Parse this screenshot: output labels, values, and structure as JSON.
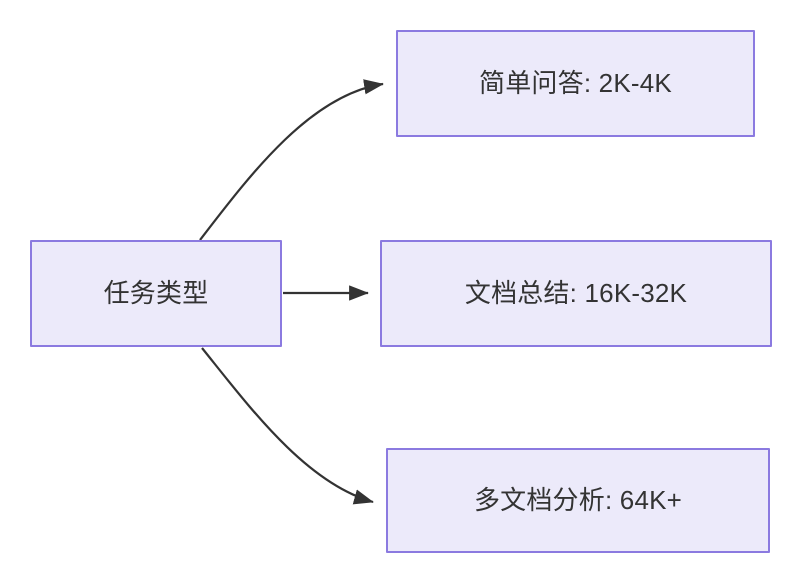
{
  "diagram": {
    "type": "flowchart",
    "direction": "left-to-right",
    "background_color": "#ffffff",
    "node_fill_color": "#ECEAFA",
    "node_border_color": "#8B7AE0",
    "node_text_color": "#333333",
    "edge_color": "#333333",
    "nodes": [
      {
        "id": "root",
        "label": "任务类型"
      },
      {
        "id": "simple_qa",
        "label": "简单问答: 2K-4K"
      },
      {
        "id": "doc_sum",
        "label": "文档总结: 16K-32K"
      },
      {
        "id": "multi_doc",
        "label": "多文档分析: 64K+"
      }
    ],
    "edges": [
      {
        "from": "root",
        "to": "simple_qa",
        "label": "",
        "style": "curved-arrow"
      },
      {
        "from": "root",
        "to": "doc_sum",
        "label": "",
        "style": "straight-arrow"
      },
      {
        "from": "root",
        "to": "multi_doc",
        "label": "",
        "style": "curved-arrow"
      }
    ]
  }
}
